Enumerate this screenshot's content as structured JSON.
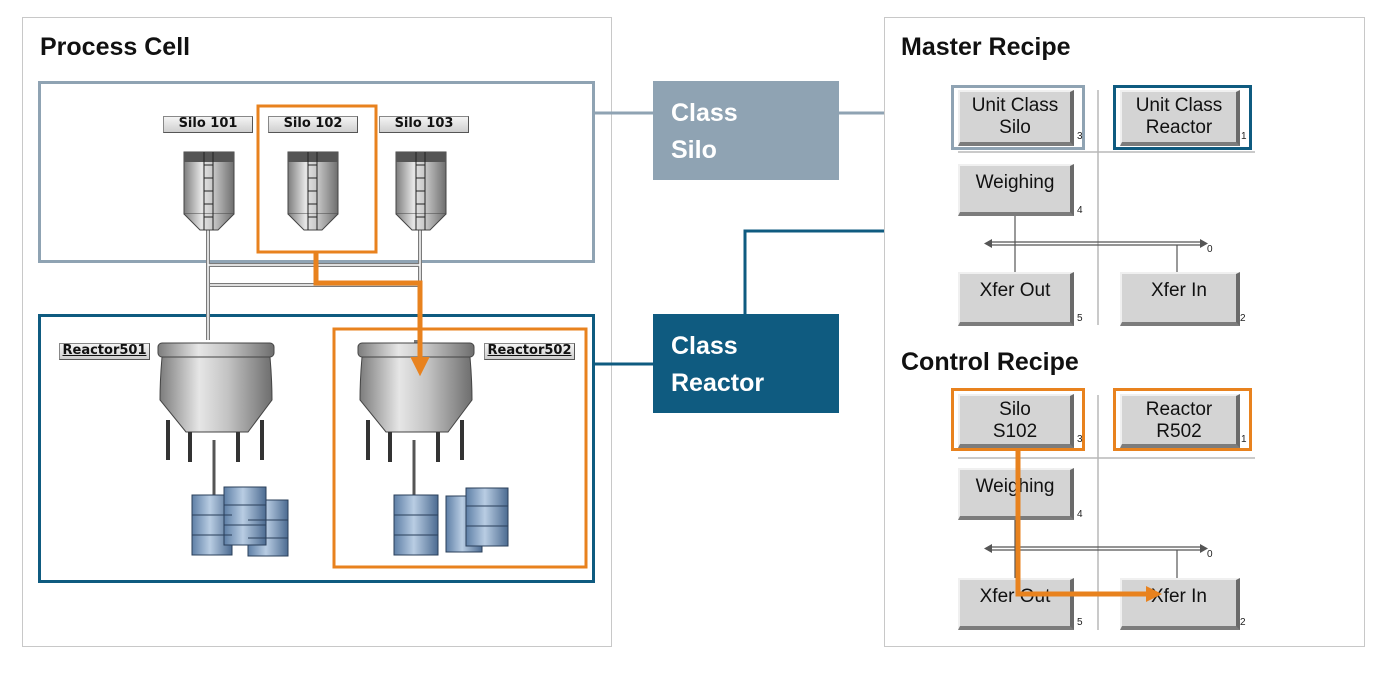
{
  "process_cell": {
    "title": "Process Cell",
    "silos": [
      {
        "label": "Silo 101"
      },
      {
        "label": "Silo 102"
      },
      {
        "label": "Silo 103"
      }
    ],
    "reactors": [
      {
        "label": "Reactor501"
      },
      {
        "label": "Reactor502"
      }
    ]
  },
  "classes": {
    "silo": {
      "line1": "Class",
      "line2": "Silo",
      "color": "#8fa3b3"
    },
    "reactor": {
      "line1": "Class",
      "line2": "Reactor",
      "color": "#0f5b80"
    }
  },
  "master_recipe": {
    "title": "Master Recipe",
    "unit_silo": {
      "line1": "Unit Class",
      "line2": "Silo",
      "index": "3"
    },
    "unit_reactor": {
      "line1": "Unit Class",
      "line2": "Reactor",
      "index": "1"
    },
    "weighing": {
      "label": "Weighing",
      "index": "4"
    },
    "transition_index": "0",
    "xfer_out": {
      "label": "Xfer Out",
      "index": "5"
    },
    "xfer_in": {
      "label": "Xfer In",
      "index": "2"
    }
  },
  "control_recipe": {
    "title": "Control Recipe",
    "silo": {
      "line1": "Silo",
      "line2": "S102",
      "index": "3"
    },
    "reactor": {
      "line1": "Reactor",
      "line2": "R502",
      "index": "1"
    },
    "weighing": {
      "label": "Weighing",
      "index": "4"
    },
    "transition_index": "0",
    "xfer_out": {
      "label": "Xfer Out",
      "index": "5"
    },
    "xfer_in": {
      "label": "Xfer In",
      "index": "2"
    }
  },
  "colors": {
    "orange": "#e8821e",
    "silo_frame": "#8fa3b3",
    "reactor_frame": "#0f5b80"
  }
}
